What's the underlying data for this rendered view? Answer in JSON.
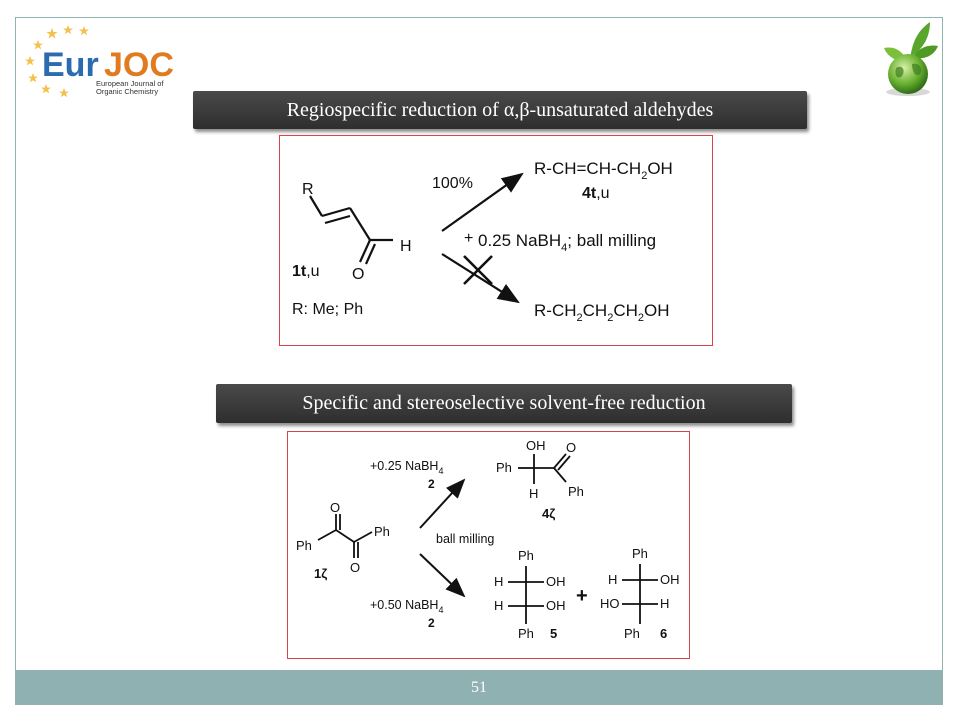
{
  "logo": {
    "brand_prefix": "Eur",
    "brand_suffix": "JOC",
    "subtitle_line1": "European Journal of",
    "subtitle_line2": "Organic Chemistry",
    "star_color": "#f2c14e",
    "brand_color": "#2b6cb0",
    "accent_color": "#e07b1f"
  },
  "banners": {
    "top": "Regiospecific reduction of α,β-unsaturated aldehydes",
    "bottom": "Specific and stereoselective solvent-free reduction"
  },
  "scheme1": {
    "r_label": "R",
    "h_label": "H",
    "o_label": "O",
    "compound": "1t,u",
    "compound_bold": "1t",
    "compound_rest": ",u",
    "r_def": "R: Me; Ph",
    "yield": "100%",
    "product_top_a": "R-CH=CH-CH",
    "product_top_sub": "2",
    "product_top_b": "OH",
    "product_top_id_bold": "4t",
    "product_top_id_rest": ",u",
    "plus": "+",
    "reagent_a": "0.25 NaBH",
    "reagent_sub": "4",
    "reagent_b": "; ball milling",
    "product_bottom_a": "R-CH",
    "product_bottom_sub1": "2",
    "product_bottom_b": "CH",
    "product_bottom_sub2": "2",
    "product_bottom_c": "CH",
    "product_bottom_sub3": "2",
    "product_bottom_d": "OH"
  },
  "scheme2": {
    "reagent_top_a": "+0.25 NaBH",
    "reagent_top_sub": "4",
    "reagent_top_eq": "2",
    "reagent_mid": "ball milling",
    "reagent_bot_a": "+0.50 NaBH",
    "reagent_bot_sub": "4",
    "reagent_bot_eq": "2",
    "start_ph_left": "Ph",
    "start_ph_right": "Ph",
    "start_o_top": "O",
    "start_o_bottom": "O",
    "start_id": "1ζ",
    "top_ph_left": "Ph",
    "top_oh": "OH",
    "top_h": "H",
    "top_o": "O",
    "top_ph_right": "Ph",
    "top_id": "4ζ",
    "d5_ph_top": "Ph",
    "d5_h1": "H",
    "d5_oh1": "OH",
    "d5_h2": "H",
    "d5_oh2": "OH",
    "d5_ph_bottom": "Ph",
    "d5_id": "5",
    "plus": "+",
    "d6_ph_top": "Ph",
    "d6_h1": "H",
    "d6_oh1": "OH",
    "d6_ho": "HO",
    "d6_h2": "H",
    "d6_ph_bottom": "Ph",
    "d6_id": "6"
  },
  "footer": {
    "page_number": "51"
  }
}
